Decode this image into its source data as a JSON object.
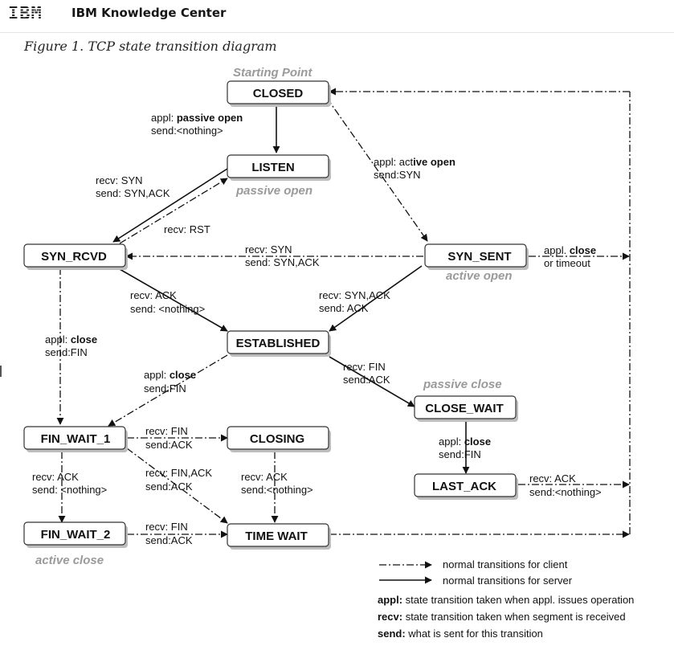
{
  "header": {
    "logo": "IBM",
    "title": "IBM Knowledge Center"
  },
  "figure": {
    "caption": "Figure 1. TCP state transition diagram"
  },
  "states": {
    "closed": "CLOSED",
    "listen": "LISTEN",
    "syn_rcvd": "SYN_RCVD",
    "syn_sent": "SYN_SENT",
    "established": "ESTABLISHED",
    "close_wait": "CLOSE_WAIT",
    "last_ack": "LAST_ACK",
    "fin_wait_1": "FIN_WAIT_1",
    "closing": "CLOSING",
    "fin_wait_2": "FIN_WAIT_2",
    "time_wait": "TIME WAIT"
  },
  "annotations": {
    "starting_point": "Starting Point",
    "passive_open": "passive open",
    "active_open": "active open",
    "passive_close": "passive close",
    "active_close": "active close"
  },
  "transitions": {
    "closed_listen_appl_prefix": "appl: ",
    "closed_listen_appl_bold": "passive open",
    "closed_listen_send": "send:<nothing>",
    "listen_synrcvd_recv": "recv: SYN",
    "listen_synrcvd_send": "send: SYN,ACK",
    "synrcvd_listen_recv": "recv: RST",
    "closed_synsent_appl_prefix": "appl: act",
    "closed_synsent_appl_bold": "ive open",
    "closed_synsent_send": "send:SYN",
    "synsent_synrcvd_recv": "recv: SYN",
    "synsent_synrcvd_send": "send: SYN,ACK",
    "synsent_closed_appl_prefix": "appl. ",
    "synsent_closed_appl_bold": "close",
    "synsent_closed_or": "or timeout",
    "synrcvd_est_recv": "recv: ACK",
    "synrcvd_est_send": "send: <nothing>",
    "synsent_est_recv": "recv: SYN,ACK",
    "synsent_est_send": "send: ACK",
    "synrcvd_fw1_appl_prefix": "appl: ",
    "synrcvd_fw1_appl_bold": "close",
    "synrcvd_fw1_send": "send:FIN",
    "est_fw1_appl_prefix": "appl: ",
    "est_fw1_appl_bold": "close",
    "est_fw1_send": "send:FIN",
    "est_cw_recv": "recv: FIN",
    "est_cw_send": "send:ACK",
    "cw_la_appl_prefix": "appl: ",
    "cw_la_appl_bold": "close",
    "cw_la_send": "send:FIN",
    "la_closed_recv": "recv: ACK",
    "la_closed_send": "send:<nothing>",
    "fw1_closing_recv": "recv: FIN",
    "fw1_closing_send": "send:ACK",
    "fw1_tw_recv": "recv: FIN,ACK",
    "fw1_tw_send": "send:ACK",
    "closing_tw_recv": "recv: ACK",
    "closing_tw_send": "send:<nothing>",
    "fw1_fw2_recv": "recv: ACK",
    "fw1_fw2_send": "send: <nothing>",
    "fw2_tw_recv": "recv: FIN",
    "fw2_tw_send": "send:ACK"
  },
  "legend": {
    "client": "normal transitions for client",
    "server": "normal transitions for server",
    "appl_key": "appl:",
    "appl_desc": " state transition taken when appl. issues operation",
    "recv_key": "recv:",
    "recv_desc": " state transition taken when segment is received",
    "send_key": "send:",
    "send_desc": " what is sent for this transition"
  }
}
